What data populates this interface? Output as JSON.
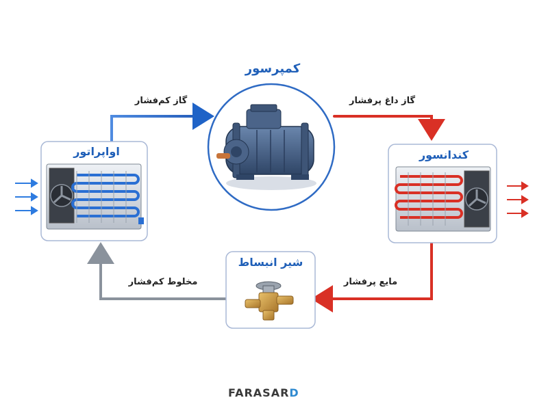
{
  "nodes": {
    "compressor": {
      "title": "کمپرسور"
    },
    "condenser": {
      "title": "کندانسور"
    },
    "expansion_valve": {
      "title": "شیر انبساط"
    },
    "evaporator": {
      "title": "اواپراتور"
    }
  },
  "flows": {
    "evap_to_comp": "گاز کم‌فشار",
    "comp_to_cond": "گاز داغ پرفشار",
    "cond_to_valve": "مایع پرفشار",
    "valve_to_evap": "مخلوط کم‌فشار"
  },
  "colors": {
    "cold": "#1f63c7",
    "hot": "#d93025",
    "mixed": "#8a929c",
    "title": "#1f5fb8"
  },
  "brand": {
    "logo_text": "FARASAR",
    "logo_tail": "D"
  }
}
